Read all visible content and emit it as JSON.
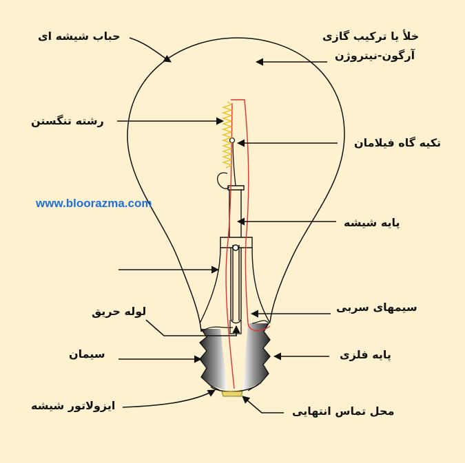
{
  "labels": {
    "glass_bulb": "حباب شیشه ای",
    "gas_line1": "خلأ یا ترکیب گازی",
    "gas_line2": "آرگون-نیتروژن",
    "tungsten_filament": "رشته تنگستن",
    "filament_support": "تکیه گاه فیلامان",
    "glass_stem": "پایه شیشه",
    "lead_wires": "سیمهای سربی",
    "exhaust_tube": "لوله حریق",
    "cement": "سیمان",
    "metal_base": "پایه فلزی",
    "glass_insulator": "ایزولاتور شیشه",
    "end_contact": "محل تماس انتهایی"
  },
  "watermark": "www.bloorazma.com",
  "colors": {
    "background": "#fdf1cf",
    "outline": "#111111",
    "lead_wire": "#e23030",
    "filament": "#e0c21a",
    "watermark": "#1f6fd6"
  }
}
